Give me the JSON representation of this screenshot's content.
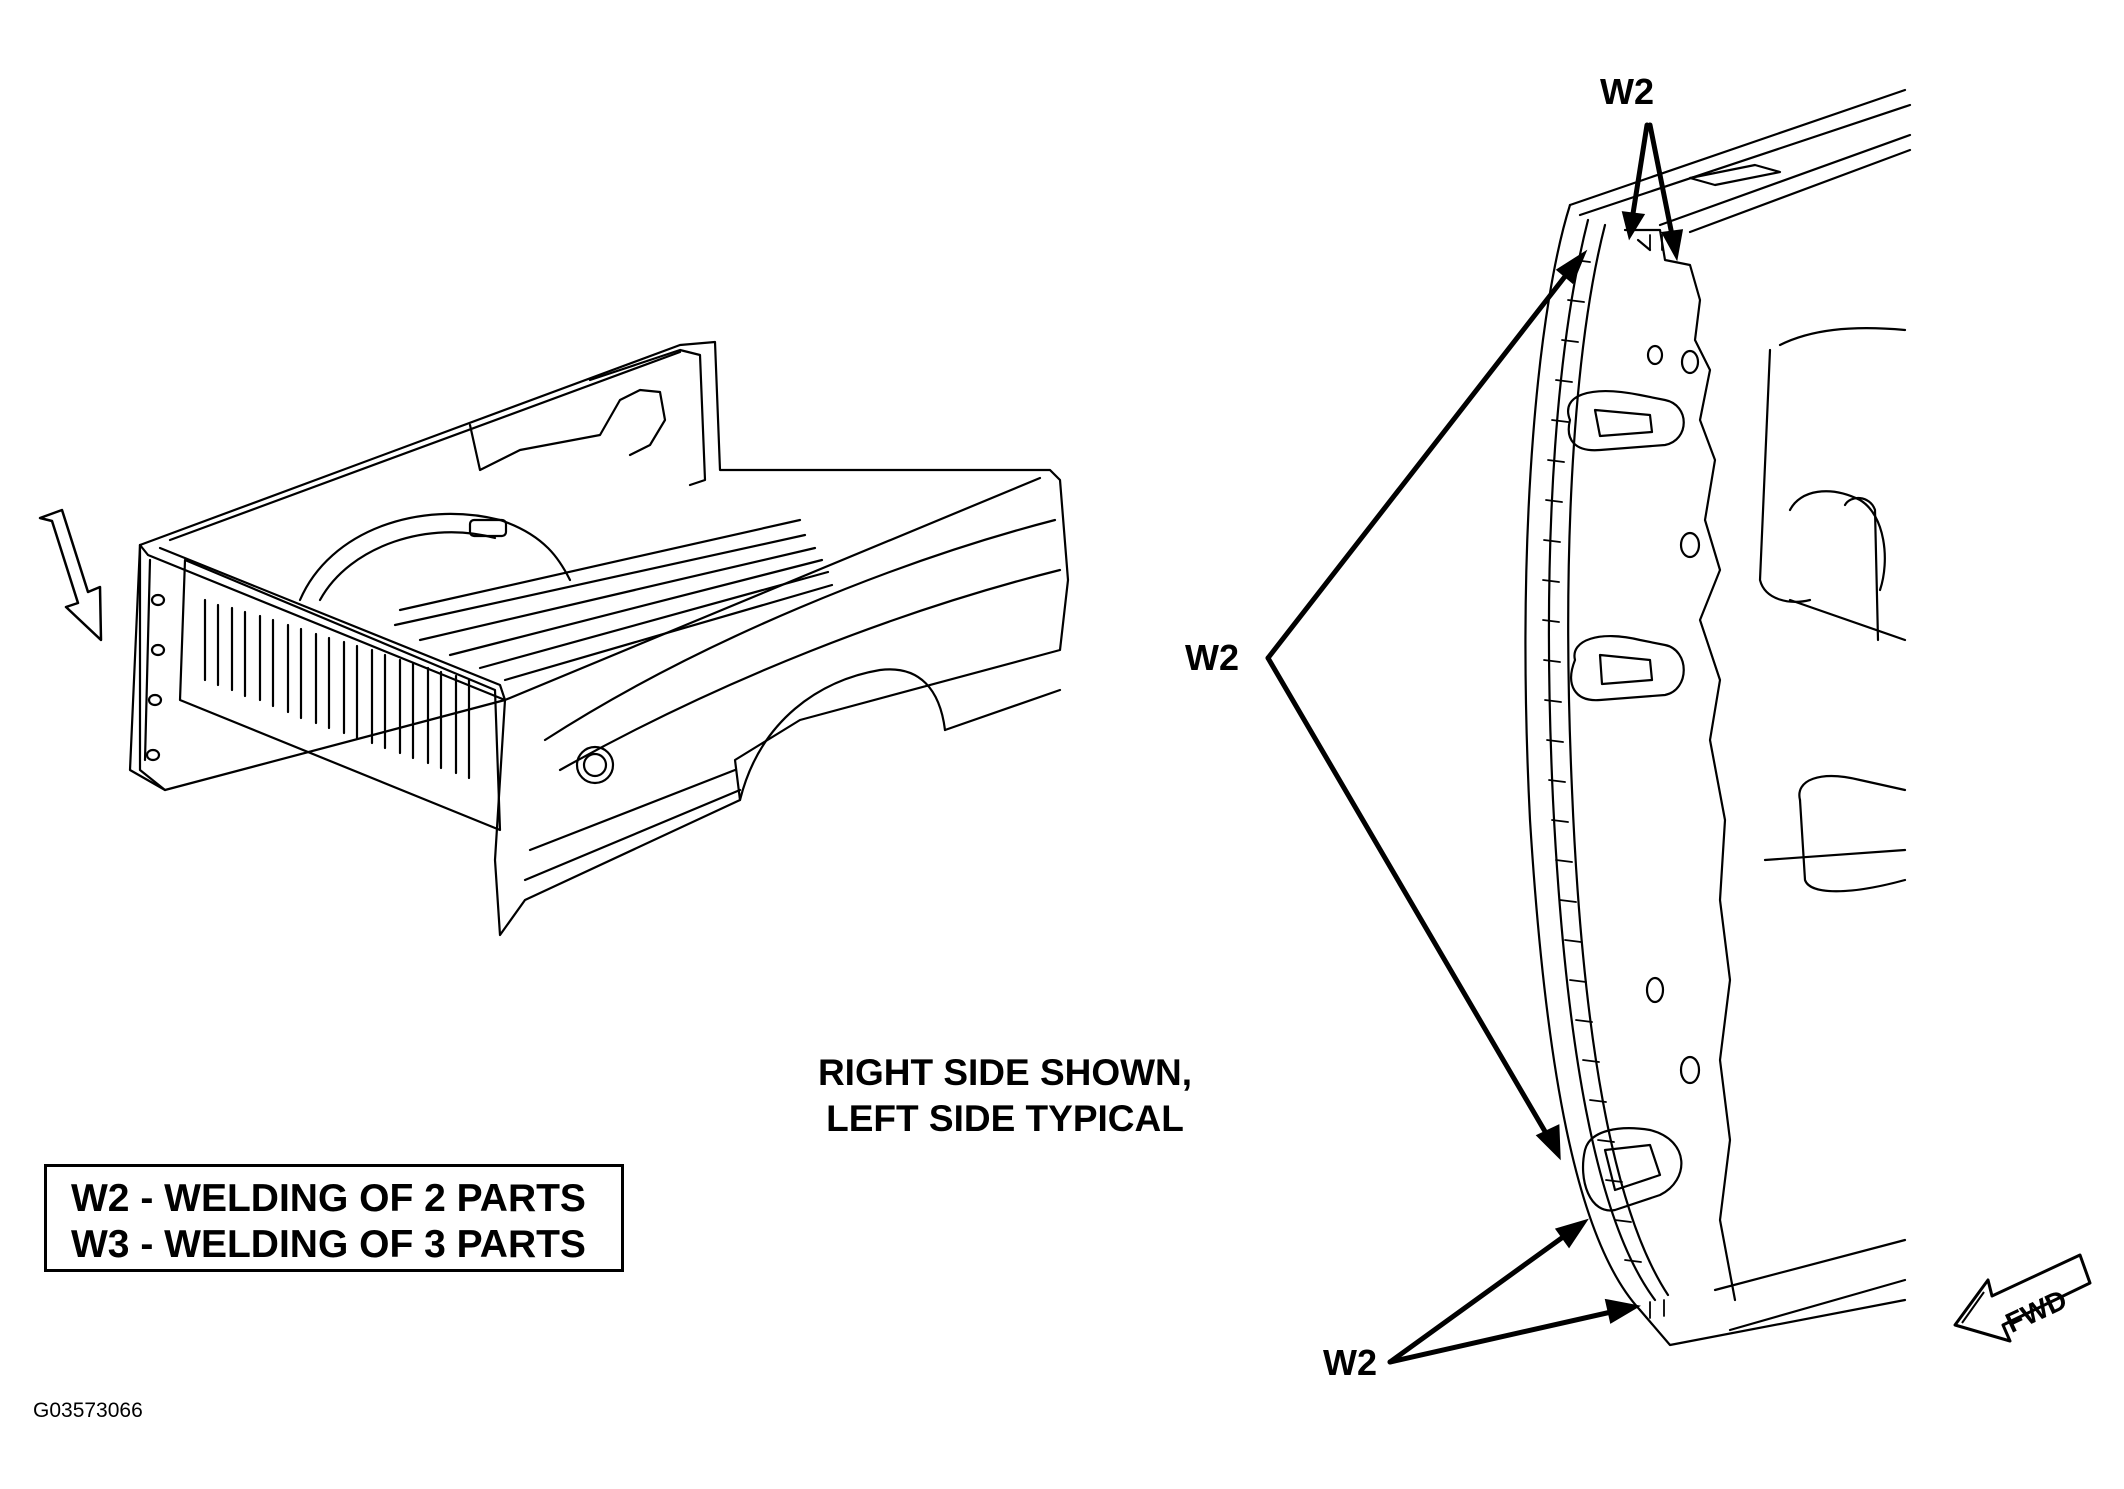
{
  "callouts": {
    "top": "W2",
    "left": "W2",
    "bottom": "W2"
  },
  "caption": {
    "line1": "RIGHT SIDE SHOWN,",
    "line2": "LEFT SIDE TYPICAL"
  },
  "legend": {
    "w2": "W2 - WELDING OF 2 PARTS",
    "w3": "W3 - WELDING OF 3 PARTS"
  },
  "direction_arrow": {
    "label": "FWD"
  },
  "figure_id": "G03573066",
  "icons": {
    "view_arrow": "view-direction-arrow-icon",
    "forward_arrow": "forward-direction-arrow-icon"
  }
}
